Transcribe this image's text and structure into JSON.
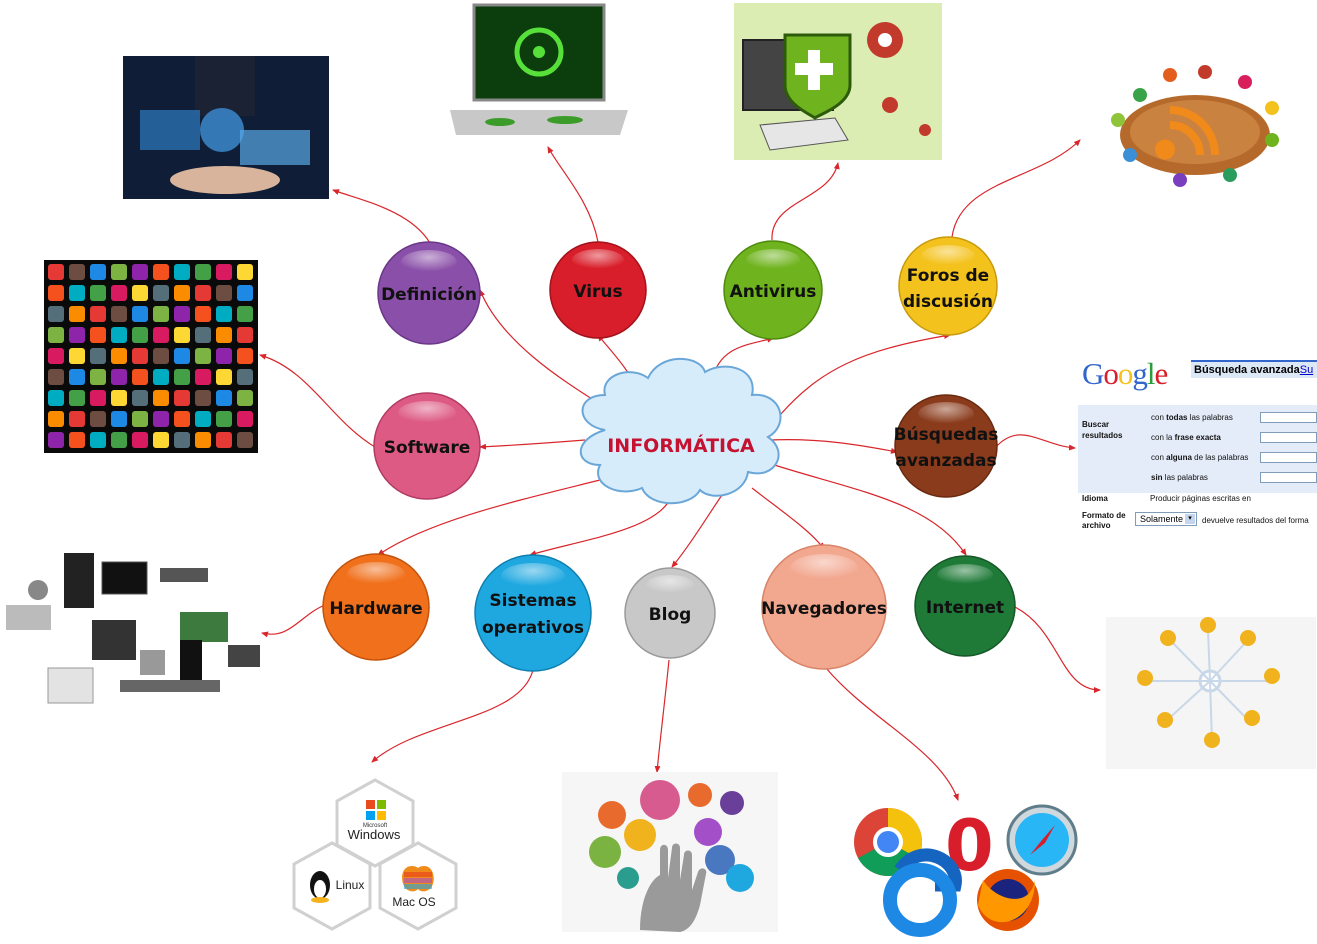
{
  "center": {
    "label": "INFORMÁTICA"
  },
  "nodes": {
    "definicion": {
      "label": "Definición",
      "color": "#8a4fa8"
    },
    "virus": {
      "label": "Virus",
      "color": "#d81e2a"
    },
    "antivirus": {
      "label": "Antivirus",
      "color": "#6fb31e"
    },
    "foros": {
      "line1": "Foros de",
      "line2": "discusión",
      "color": "#f4c21d"
    },
    "software": {
      "label": "Software",
      "color": "#dd5a85"
    },
    "busquedas": {
      "line1": "Búsquedas",
      "line2": "avanzadas",
      "color": "#8a3b1c"
    },
    "hardware": {
      "label": "Hardware",
      "color": "#f0701c"
    },
    "sistemas": {
      "line1": "Sistemas",
      "line2": "operativos",
      "color": "#1fa8e0"
    },
    "blog": {
      "label": "Blog",
      "color": "#c8c8c8"
    },
    "navegadores": {
      "label": "Navegadores",
      "color": "#f2a78f"
    },
    "internet": {
      "label": "Internet",
      "color": "#1f7a38"
    }
  },
  "images": {
    "os_panel": {
      "windows_top": "Microsoft",
      "windows": "Windows",
      "linux": "Linux",
      "macos": "Mac OS"
    },
    "google_panel": {
      "logo": "Google",
      "title": "Búsqueda avanzada",
      "title_link": "Su",
      "section_label_1": "Buscar",
      "section_label_2": "resultados",
      "rows": [
        {
          "pre": "con ",
          "bold": "todas",
          "post": " las palabras"
        },
        {
          "pre": "con la ",
          "bold": "frase exacta",
          "post": ""
        },
        {
          "pre": "con ",
          "bold": "alguna",
          "post": " de las palabras"
        },
        {
          "pre": "",
          "bold": "sin",
          "post": " las palabras"
        }
      ],
      "idioma_label": "Idioma",
      "idioma_value": "Producir páginas escritas en",
      "formato_label_1": "Formato de",
      "formato_label_2": "archivo",
      "formato_select": "Solamente",
      "formato_value": "devuelve resultados del forma"
    }
  },
  "colors": {
    "edge": "#d9262b",
    "cloud_fill": "#d7ecfb",
    "cloud_stroke": "#6aa7d8",
    "center_text": "#c41230"
  }
}
